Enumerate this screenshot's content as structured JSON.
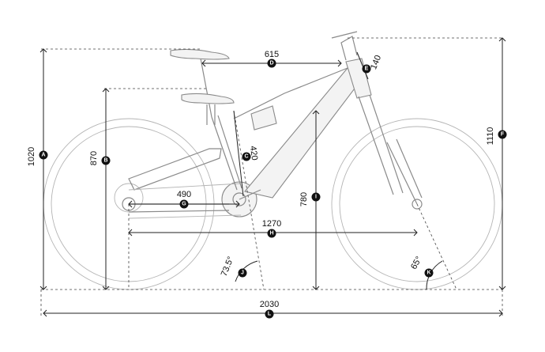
{
  "dimensions": [
    {
      "key": "A",
      "value": "1020"
    },
    {
      "key": "B",
      "value": "870"
    },
    {
      "key": "C",
      "value": "420"
    },
    {
      "key": "D",
      "value": "615"
    },
    {
      "key": "E",
      "value": "140"
    },
    {
      "key": "F",
      "value": "1110"
    },
    {
      "key": "G",
      "value": "490"
    },
    {
      "key": "H",
      "value": "1270"
    },
    {
      "key": "I",
      "value": "780"
    },
    {
      "key": "J",
      "value": "73.5°"
    },
    {
      "key": "K",
      "value": "65°"
    },
    {
      "key": "L",
      "value": "2030"
    }
  ]
}
